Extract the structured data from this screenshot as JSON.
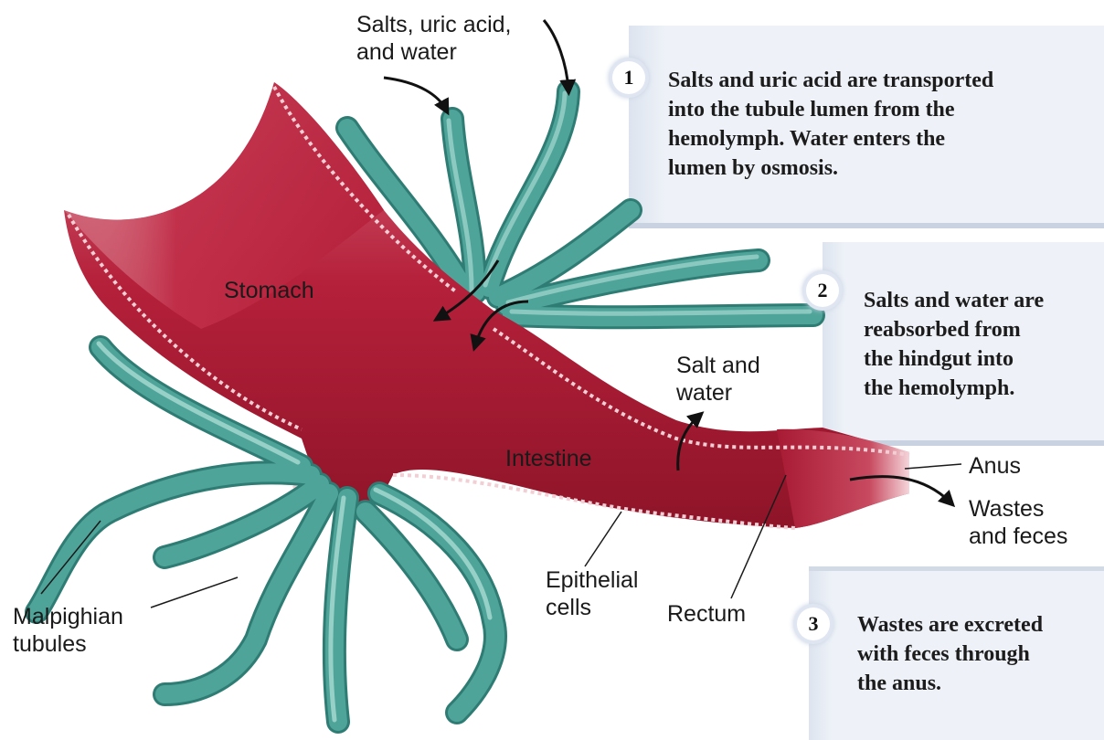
{
  "labels": {
    "salts_uric_water": "Salts, uric acid,\nand water",
    "stomach": "Stomach",
    "intestine": "Intestine",
    "salt_and_water": "Salt and\nwater",
    "anus": "Anus",
    "wastes_feces": "Wastes\nand feces",
    "epithelial_cells": "Epithelial\ncells",
    "rectum": "Rectum",
    "malpighian_tubules": "Malpighian\ntubules"
  },
  "steps": [
    {
      "number": "1",
      "text": "Salts and uric acid are transported\ninto the tubule lumen from the\nhemolymph. Water enters the\nlumen by osmosis."
    },
    {
      "number": "2",
      "text": "Salts and water are\nreabsorbed from\nthe hindgut into\nthe hemolymph."
    },
    {
      "number": "3",
      "text": "Wastes are excreted\nwith feces through\nthe anus."
    }
  ],
  "colors": {
    "gut": "#b5203a",
    "gut_dark": "#8e1428",
    "tubule": "#4fa49a",
    "tubule_dark": "#2e7c73",
    "panel": "#eef2f8"
  }
}
